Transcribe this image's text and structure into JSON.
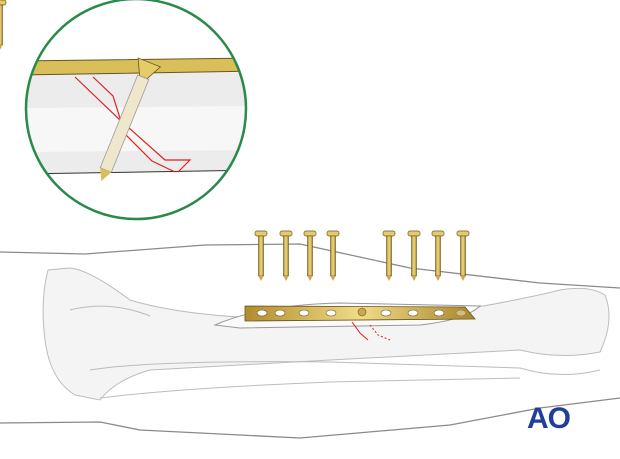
{
  "logo": {
    "text": "AO",
    "color": "#1f3f9a"
  },
  "colors": {
    "inset_border": "#2a8a4a",
    "implant_gold": "#d8bf5a",
    "implant_outline": "#6b5320",
    "fracture_line": "#e02020",
    "bone_outline": "#b8b8b8",
    "skin_outline": "#8a8a8a"
  },
  "illustration": {
    "screw_count": 8,
    "plate_holes": 9,
    "inset": "magnified view of lag screw across fracture through plate"
  }
}
